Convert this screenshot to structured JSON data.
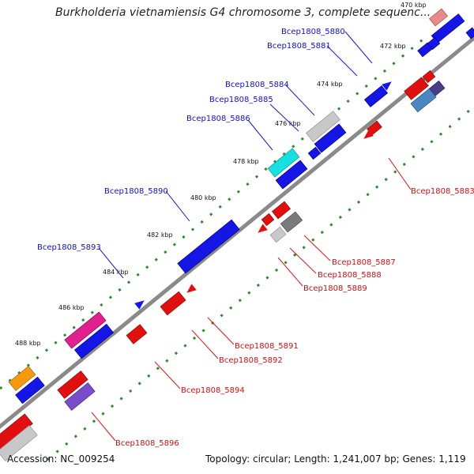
{
  "title": "Burkholderia vietnamiensis G4 chromosome 3, complete sequenc...",
  "footer": {
    "accession": "Accession: NC_009254",
    "summary": "Topology: circular; Length: 1,241,007 bp; Genes: 1,119"
  },
  "ticks": [
    {
      "label": "470 kbp"
    },
    {
      "label": "472 kbp"
    },
    {
      "label": "474 kbp"
    },
    {
      "label": "476 kbp"
    },
    {
      "label": "478 kbp"
    },
    {
      "label": "480 kbp"
    },
    {
      "label": "482 kbp"
    },
    {
      "label": "484 kbp"
    },
    {
      "label": "486 kbp"
    },
    {
      "label": "488 kbp"
    }
  ],
  "forward_genes": [
    {
      "label": "Bcep1808_5880"
    },
    {
      "label": "Bcep1808_5881"
    },
    {
      "label": "Bcep1808_5884"
    },
    {
      "label": "Bcep1808_5885"
    },
    {
      "label": "Bcep1808_5886"
    },
    {
      "label": "Bcep1808_5890"
    },
    {
      "label": "Bcep1808_5893"
    }
  ],
  "reverse_genes": [
    {
      "label": "Bcep1808_5883"
    },
    {
      "label": "Bcep1808_5887"
    },
    {
      "label": "Bcep1808_5888"
    },
    {
      "label": "Bcep1808_5889"
    },
    {
      "label": "Bcep1808_5891"
    },
    {
      "label": "Bcep1808_5892"
    },
    {
      "label": "Bcep1808_5894"
    },
    {
      "label": "Bcep1808_5896"
    }
  ],
  "colors": {
    "backbone": "#8a8a8a",
    "tick": "#2e8b2e",
    "forward_label": "#1010cc",
    "reverse_label": "#cc1010",
    "blue": "#1515e6",
    "red": "#e01010",
    "cyan": "#19e0e0",
    "magenta": "#e0208c",
    "orange": "#f59a10",
    "purple": "#7a4ccc",
    "gray": "#c8c8c8",
    "darkgray": "#7a7a7a",
    "pink": "#e88a8a",
    "steelblue": "#4a86c0",
    "indigo": "#4a3a8a"
  }
}
